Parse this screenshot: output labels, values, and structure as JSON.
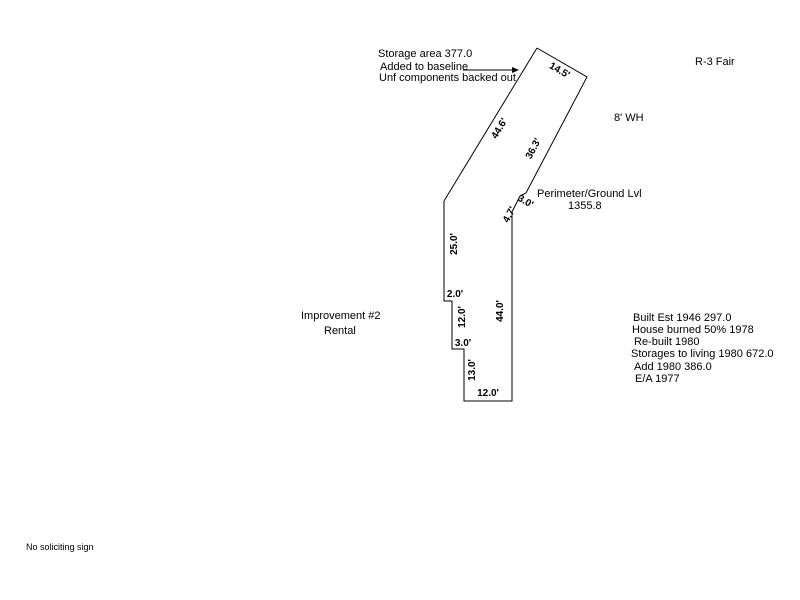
{
  "storage_notes": [
    "Storage area 377.0",
    "Added to baseline",
    "Unf components backed out"
  ],
  "grade": "R-3 Fair",
  "water_heater": "8' WH",
  "perimeter": {
    "label": "Perimeter/Ground Lvl",
    "value": "1355.8"
  },
  "improvement": {
    "title": "Improvement #2",
    "use": "Rental"
  },
  "history_notes": [
    "Built Est 1946 297.0",
    "House burned 50% 1978",
    "Re-built 1980",
    "Storages to living 1980 672.0",
    "Add 1980 386.0",
    "E/A 1977"
  ],
  "footer_note": "No soliciting sign",
  "dimensions": {
    "top": "14.5'",
    "upper_left": "44.6'",
    "upper_right": "36.3'",
    "notch_top": "3.0'",
    "notch_side": "4.7'",
    "left": "25.0'",
    "step_top": "2.0'",
    "step_side": "12.0'",
    "step_bottom": "3.0'",
    "lower_left": "13.0'",
    "right": "44.0'",
    "bottom": "12.0'"
  }
}
